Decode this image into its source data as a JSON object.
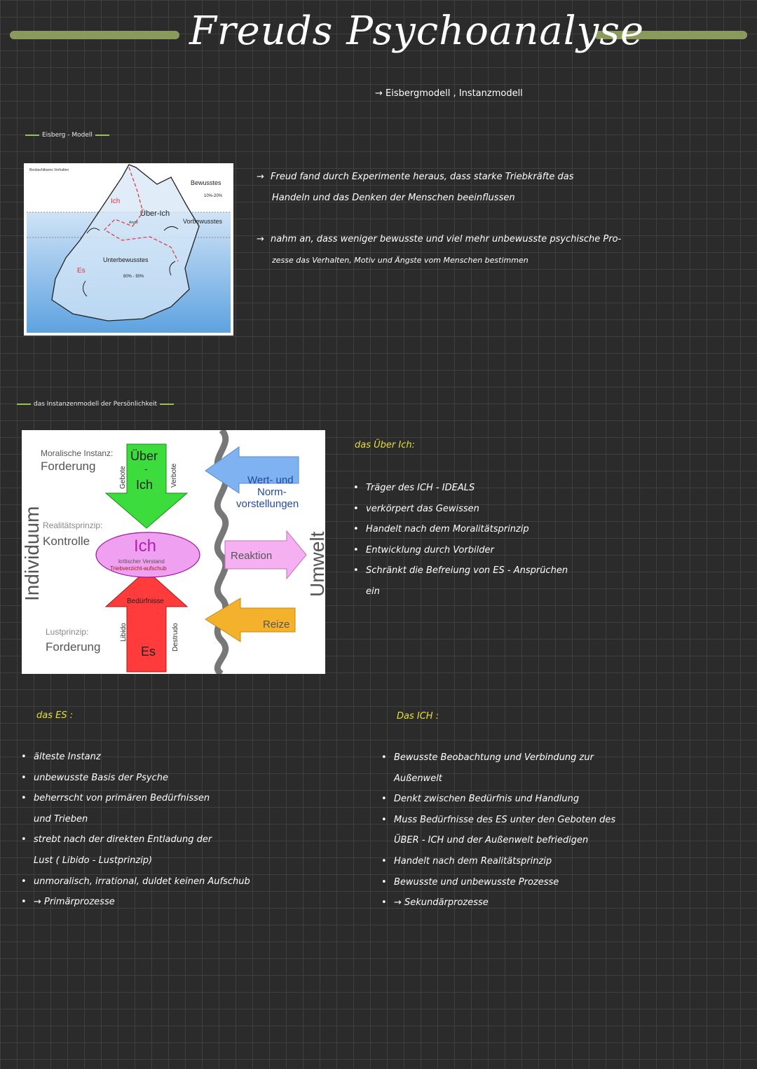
{
  "title": "Freuds Psychoanalyse",
  "subtitle": "→ Eisbergmodell , Instanzmodell",
  "iceberg_label": "Eisberg - Modell",
  "instanz_label": "das Instanzenmodell der Persönlichkeit",
  "iceberg": {
    "corner": "Beobachtbares Verhalten",
    "bewusstes": "Bewusstes",
    "bewusstes_pct": "10%-20%",
    "ich": "Ich",
    "ueber_ich": "Über-Ich",
    "angst": "Angst",
    "vorbewusstes": "Vorbewusstes",
    "unterbewusstes": "Unterbewusstes",
    "es": "Es",
    "unter_pct": "80% - 90%"
  },
  "instanz": {
    "moralische": "Moralische Instanz:",
    "forderung1": "Forderung",
    "ueber": "Über",
    "dash": "-",
    "ich_top": "Ich",
    "gebote": "Gebote",
    "verbote": "Verbote",
    "wert_norm": [
      "Wert- und",
      "Norm-",
      "vorstellungen"
    ],
    "individuum": "Individuum",
    "umwelt": "Umwelt",
    "realitaet": "Realitätsprinzip:",
    "kontrolle": "Kontrolle",
    "ich_mid": "Ich",
    "verstand": "kritischer Verstand",
    "triebverzicht": "Triebverzicht-aufschub",
    "reaktion": "Reaktion",
    "beduerfnisse": "Bedürfnisse",
    "lustprinzip": "Lustprinzip:",
    "forderung2": "Forderung",
    "libido": "Libido",
    "destrudo": "Destrudo",
    "es": "Es",
    "reize": "Reize"
  },
  "intro": [
    {
      "arrow": "→",
      "lines": [
        "Freud fand durch Experimente heraus, dass starke Triebkräfte das",
        "Handeln und das Denken der Menschen beeinflussen"
      ]
    },
    {
      "arrow": "→",
      "lines": [
        "nahm an, dass weniger bewusste und viel mehr unbewusste psychische Pro-",
        "zesse das Verhalten, Motiv und Ängste vom Menschen bestimmen"
      ]
    }
  ],
  "ueber_ich": {
    "heading": "das Über Ich:",
    "items": [
      {
        "text": "Träger des ICH - IDEALS",
        "bullet": true
      },
      {
        "text": "verkörpert das Gewissen",
        "bullet": true
      },
      {
        "text": "Handelt nach dem Moralitätsprinzip",
        "bullet": true
      },
      {
        "text": "Entwicklung durch Vorbilder",
        "bullet": true
      },
      {
        "text": "Schränkt die Befreiung von ES - Ansprüchen",
        "bullet": true
      },
      {
        "text": "ein",
        "bullet": false
      }
    ]
  },
  "es": {
    "heading": "das ES :",
    "items": [
      {
        "text": "älteste Instanz",
        "bullet": true
      },
      {
        "text": "unbewusste Basis der Psyche",
        "bullet": true
      },
      {
        "text": "beherrscht von primären Bedürfnissen",
        "bullet": true
      },
      {
        "text": "und Trieben",
        "bullet": false
      },
      {
        "text": "strebt nach der direkten Entladung der",
        "bullet": true
      },
      {
        "text": "Lust ( Libido - Lustprinzip)",
        "bullet": false
      },
      {
        "text": "unmoralisch, irrational, duldet keinen Aufschub",
        "bullet": true
      },
      {
        "text": "→ Primärprozesse",
        "bullet": true
      }
    ]
  },
  "ich": {
    "heading": "Das ICH :",
    "items": [
      {
        "text": "Bewusste Beobachtung und Verbindung zur",
        "bullet": true
      },
      {
        "text": "Außenwelt",
        "bullet": false
      },
      {
        "text": "Denkt zwischen Bedürfnis und Handlung",
        "bullet": true
      },
      {
        "text": "Muss Bedürfnisse des ES unter den Geboten des",
        "bullet": true
      },
      {
        "text": "ÜBER - ICH und der Außenwelt befriedigen",
        "bullet": false
      },
      {
        "text": "Handelt nach dem Realitätsprinzip",
        "bullet": true
      },
      {
        "text": "Bewusste und unbewusste Prozesse",
        "bullet": true
      },
      {
        "text": "→ Sekundärprozesse",
        "bullet": true
      }
    ]
  }
}
